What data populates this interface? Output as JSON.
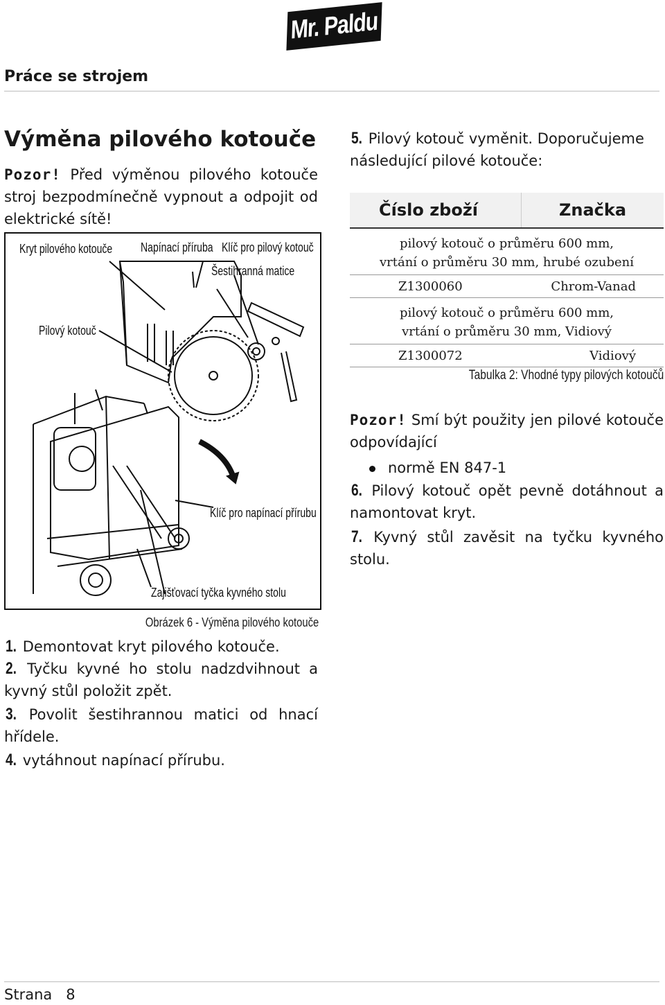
{
  "brand": {
    "logo_text": "Mr. Paldu"
  },
  "header": {
    "section": "Práce se strojem"
  },
  "main": {
    "title": "Výměna pilového kotouče",
    "warning_label": "Pozor!",
    "warning_text": " Před výměnou pilového kotouče stroj bezpodmínečně vypnout a odpojit od elektrické sítě!",
    "figure": {
      "labels": {
        "blade_cover": "Kryt pilového kotouče",
        "flange": "Napínací příruba",
        "blade_key": "Klíč pro pilový kotouč",
        "hex_nut": "Šestihranná matice",
        "blade": "Pilový kotouč",
        "flange_key": "Klíč pro napínací přírubu",
        "lock_rod": "Zajišťovací tyčka kyvného stolu"
      },
      "caption": "Obrázek 6 - Výměna pilového kotouče"
    },
    "steps_left": [
      {
        "num": "1.",
        "text": " Demontovat kryt pilového kotouče."
      },
      {
        "num": "2.",
        "text": " Tyčku kyvné ho stolu nadzdvihnout a kyvný stůl položit zpět."
      },
      {
        "num": "3.",
        "text": " Povolit šestihrannou matici od hnací hřídele."
      },
      {
        "num": "4.",
        "text": " vytáhnout napínací přírubu."
      }
    ],
    "step5": {
      "num": "5.",
      "text": " Pilový kotouč vyměnit. Doporučujeme následující pilové kotouče:"
    },
    "table": {
      "headers": [
        "Číslo zboží",
        "Značka"
      ],
      "rows": [
        {
          "desc_line1": "pilový kotouč o průměru 600 mm,",
          "desc_line2": "vrtání o průměru 30 mm, hrubé ozubení",
          "code": "Z1300060",
          "brand": "Chrom-Vanad"
        },
        {
          "desc_line1": "pilový kotouč o průměru 600 mm,",
          "desc_line2": "vrtání o průměru 30 mm, Vidiový",
          "code": "Z1300072",
          "brand": "Vidiový"
        }
      ],
      "caption": "Tabulka 2: Vhodné typy pilových kotoučů"
    },
    "warning2_label": "Pozor!",
    "warning2_text": " Smí být použity jen pilové kotouče odpovídající",
    "bullet": "normě EN 847-1",
    "steps_right": [
      {
        "num": "6.",
        "text": " Pilový kotouč opět pevně dotáhnout a namontovat kryt."
      },
      {
        "num": "7.",
        "text": " Kyvný stůl zavěsit na tyčku kyvného stolu."
      }
    ]
  },
  "footer": {
    "page_label": "Strana",
    "page_number": "8"
  }
}
